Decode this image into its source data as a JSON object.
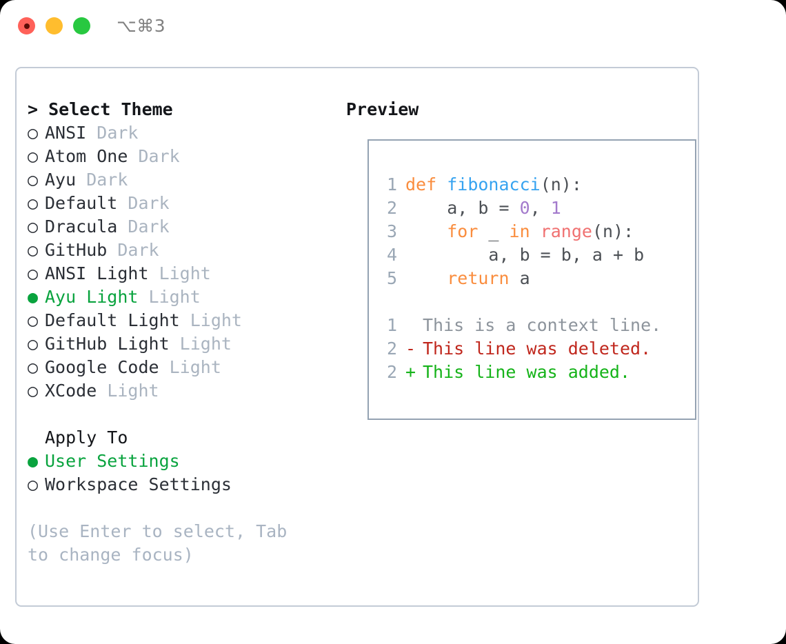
{
  "titlebar": {
    "shortcut": "⌥⌘3",
    "buttons": [
      {
        "name": "close",
        "color": "#ff6159",
        "active": true
      },
      {
        "name": "minimize",
        "color": "#ffbd2e",
        "active": false
      },
      {
        "name": "maximize",
        "color": "#28c840",
        "active": false
      }
    ]
  },
  "colors": {
    "accent_green": "#09a33e",
    "panel_border": "#c3cbd6",
    "preview_border": "#94a2b2",
    "muted": "#aab4c0",
    "hint": "#a9b4c2"
  },
  "left": {
    "select_theme": {
      "prompt": "> ",
      "title": "Select Theme"
    },
    "themes": [
      {
        "bullet": "○",
        "name": "ANSI",
        "variant": "Dark",
        "selected": false
      },
      {
        "bullet": "○",
        "name": "Atom One",
        "variant": "Dark",
        "selected": false
      },
      {
        "bullet": "○",
        "name": "Ayu",
        "variant": "Dark",
        "selected": false
      },
      {
        "bullet": "○",
        "name": "Default",
        "variant": "Dark",
        "selected": false
      },
      {
        "bullet": "○",
        "name": "Dracula",
        "variant": "Dark",
        "selected": false
      },
      {
        "bullet": "○",
        "name": "GitHub",
        "variant": "Dark",
        "selected": false
      },
      {
        "bullet": "○",
        "name": "ANSI Light",
        "variant": "Light",
        "selected": false
      },
      {
        "bullet": "●",
        "name": "Ayu Light",
        "variant": "Light",
        "selected": true
      },
      {
        "bullet": "○",
        "name": "Default Light",
        "variant": "Light",
        "selected": false
      },
      {
        "bullet": "○",
        "name": "GitHub Light",
        "variant": "Light",
        "selected": false
      },
      {
        "bullet": "○",
        "name": "Google Code",
        "variant": "Light",
        "selected": false
      },
      {
        "bullet": "○",
        "name": "XCode",
        "variant": "Light",
        "selected": false
      }
    ],
    "apply_to": {
      "title": "Apply To",
      "options": [
        {
          "bullet": "●",
          "label": "User Settings",
          "selected": true
        },
        {
          "bullet": "○",
          "label": "Workspace Settings",
          "selected": false
        }
      ]
    },
    "hint": "(Use Enter to select, Tab to change focus)"
  },
  "right": {
    "title": "Preview",
    "code_lines": [
      {
        "number": "1",
        "tokens": [
          {
            "text": "def ",
            "style": "kw"
          },
          {
            "text": "fibonacci",
            "style": "fn"
          },
          {
            "text": "(n):",
            "style": "pl"
          }
        ]
      },
      {
        "number": "2",
        "tokens": [
          {
            "text": "    a, b = ",
            "style": "pl"
          },
          {
            "text": "0",
            "style": "num"
          },
          {
            "text": ", ",
            "style": "pl"
          },
          {
            "text": "1",
            "style": "num"
          }
        ]
      },
      {
        "number": "3",
        "tokens": [
          {
            "text": "    ",
            "style": "pl"
          },
          {
            "text": "for",
            "style": "kw"
          },
          {
            "text": " _ ",
            "style": "pl"
          },
          {
            "text": "in",
            "style": "kw"
          },
          {
            "text": " ",
            "style": "pl"
          },
          {
            "text": "range",
            "style": "bi"
          },
          {
            "text": "(n):",
            "style": "pl"
          }
        ]
      },
      {
        "number": "4",
        "tokens": [
          {
            "text": "        a, b = b, a + b",
            "style": "pl"
          }
        ]
      },
      {
        "number": "5",
        "tokens": [
          {
            "text": "    ",
            "style": "pl"
          },
          {
            "text": "return",
            "style": "kw"
          },
          {
            "text": " a",
            "style": "pl"
          }
        ]
      }
    ],
    "diff_lines": [
      {
        "number": "1",
        "marker": " ",
        "text": "This is a context line.",
        "style": "diff-ctx"
      },
      {
        "number": "2",
        "marker": "-",
        "text": "This line was deleted.",
        "style": "diff-del"
      },
      {
        "number": "2",
        "marker": "+",
        "text": "This line was added.",
        "style": "diff-add"
      }
    ]
  }
}
